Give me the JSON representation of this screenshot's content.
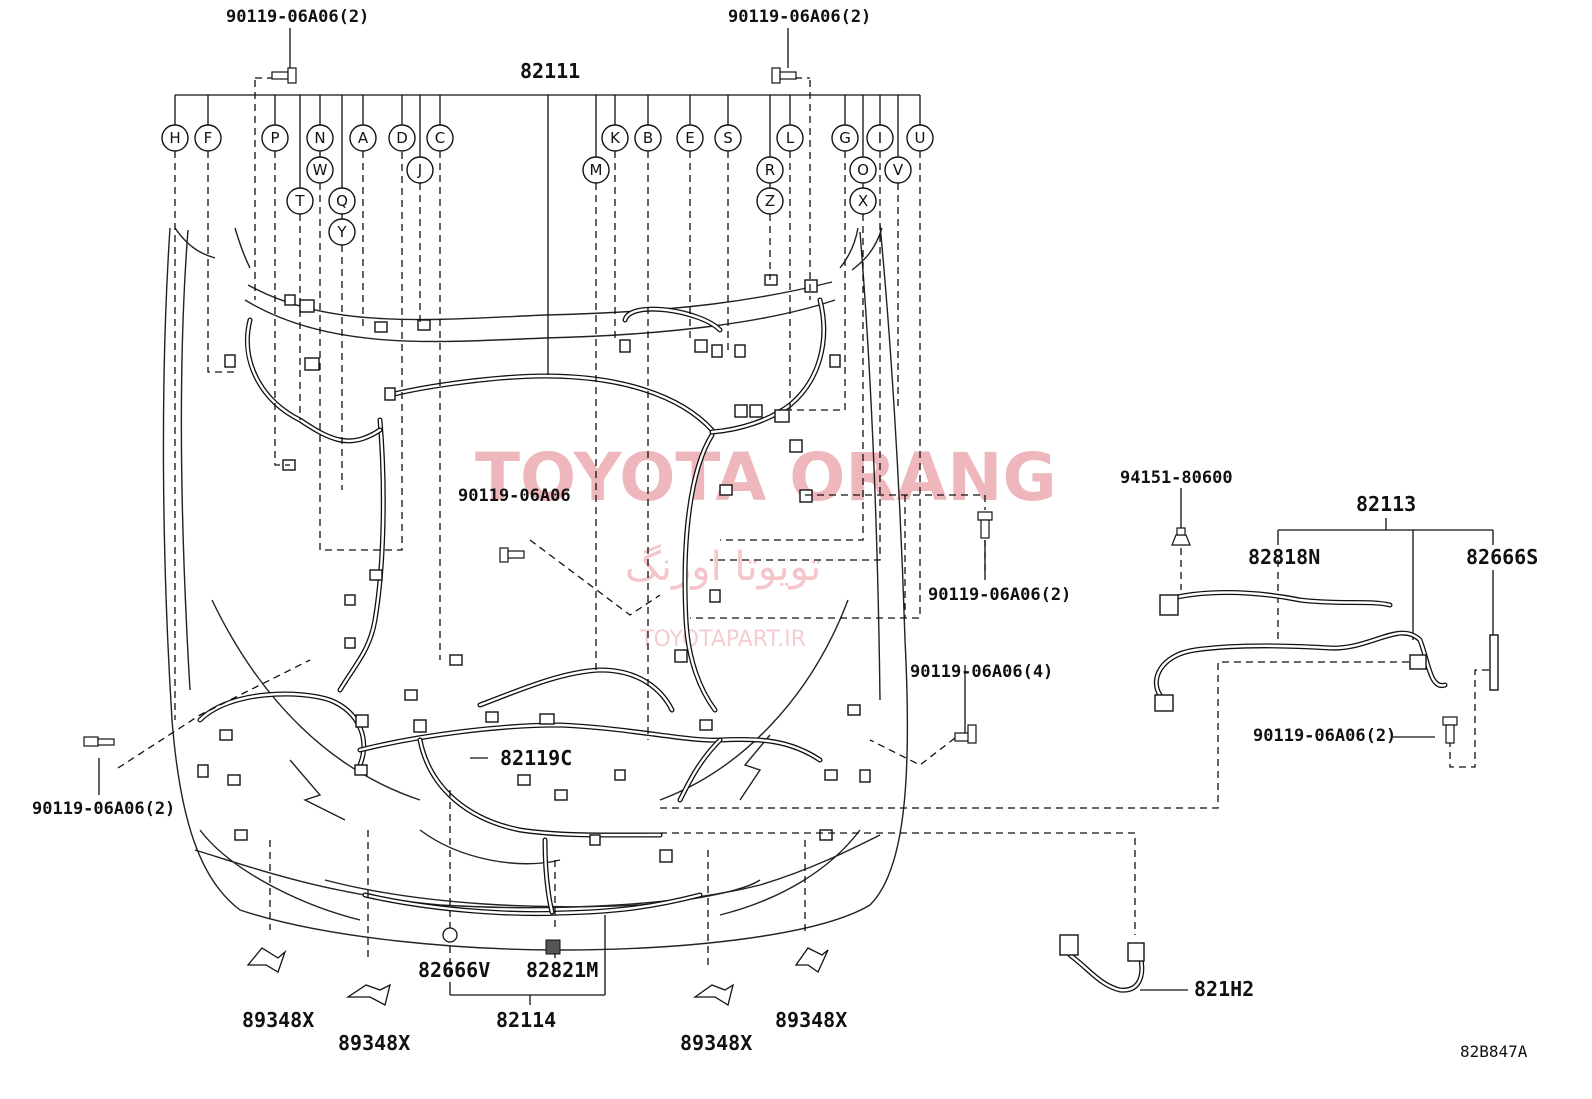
{
  "watermark": {
    "main": "TOYOTA ORANG",
    "persian": "تویوتا اورنگ",
    "site": "TOYOTAPART.IR"
  },
  "diagram_code": "82B847A",
  "labels": {
    "bolt_top_left": "90119-06A06(2)",
    "bolt_top_right": "90119-06A06(2)",
    "main_harness": "82111",
    "bolt_center": "90119-06A06",
    "bolt_right_mid": "90119-06A06(2)",
    "bolt_right_low": "90119-06A06(4)",
    "bolt_left": "90119-06A06(2)",
    "sub_harness": "82119C",
    "clip_94151": "94151-80600",
    "assy_82113": "82113",
    "part_82818N": "82818N",
    "part_82666S": "82666S",
    "bolt_assy": "90119-06A06(2)",
    "part_82666V": "82666V",
    "part_82821M": "82821M",
    "assy_82114": "82114",
    "part_821H2": "821H2",
    "clamp_1": "89348X",
    "clamp_2": "89348X",
    "clamp_3": "89348X",
    "clamp_4": "89348X"
  },
  "connectors": {
    "H": "H",
    "F": "F",
    "P": "P",
    "N": "N",
    "A": "A",
    "D": "D",
    "C": "C",
    "W": "W",
    "J": "J",
    "T": "T",
    "Q": "Q",
    "Y": "Y",
    "K": "K",
    "B": "B",
    "E": "E",
    "S": "S",
    "L": "L",
    "G": "G",
    "I": "I",
    "U": "U",
    "M": "M",
    "R": "R",
    "O": "O",
    "V": "V",
    "Z": "Z",
    "X": "X"
  },
  "icons": [
    "bolt-icon",
    "clip-icon",
    "clamp-icon",
    "connector-icon"
  ]
}
